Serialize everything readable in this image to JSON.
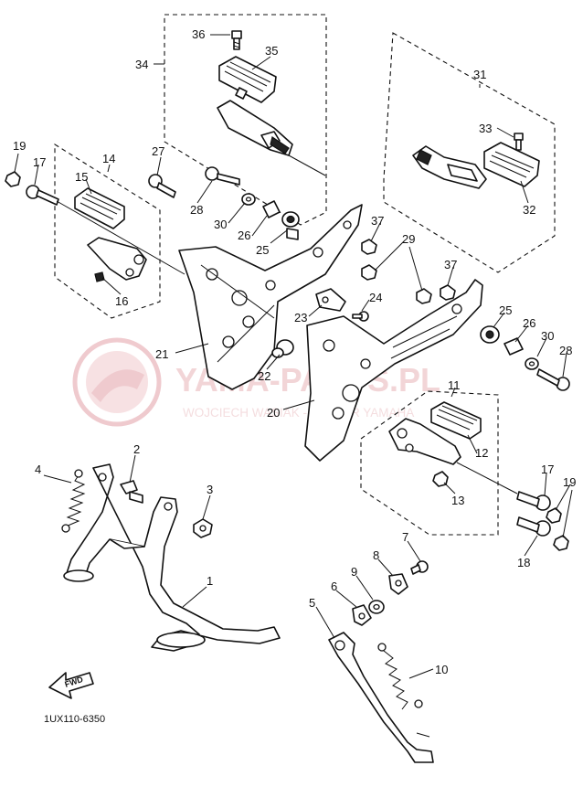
{
  "diagram_code": "1UX110-6350",
  "fwd_label": "FWD",
  "watermark": {
    "main": "YAMA-PARTS.PL",
    "sub": "WOJCIECH WASIAK - DEALER YAMAHA"
  },
  "callouts": {
    "c1": "1",
    "c2": "2",
    "c3": "3",
    "c4": "4",
    "c5": "5",
    "c6": "6",
    "c7": "7",
    "c8": "8",
    "c9": "9",
    "c10": "10",
    "c11": "11",
    "c12": "12",
    "c13": "13",
    "c14": "14",
    "c15": "15",
    "c16": "16",
    "c17a": "17",
    "c17b": "17",
    "c18": "18",
    "c19a": "19",
    "c19b": "19",
    "c20": "20",
    "c21": "21",
    "c22": "22",
    "c23": "23",
    "c24": "24",
    "c25a": "25",
    "c25b": "25",
    "c26a": "26",
    "c26b": "26",
    "c27": "27",
    "c28a": "28",
    "c28b": "28",
    "c29": "29",
    "c30a": "30",
    "c30b": "30",
    "c31": "31",
    "c32": "32",
    "c33": "33",
    "c34": "34",
    "c35": "35",
    "c36": "36",
    "c37a": "37",
    "c37b": "37"
  },
  "colors": {
    "ink": "#111111",
    "watermark": "#e3a0a7"
  }
}
